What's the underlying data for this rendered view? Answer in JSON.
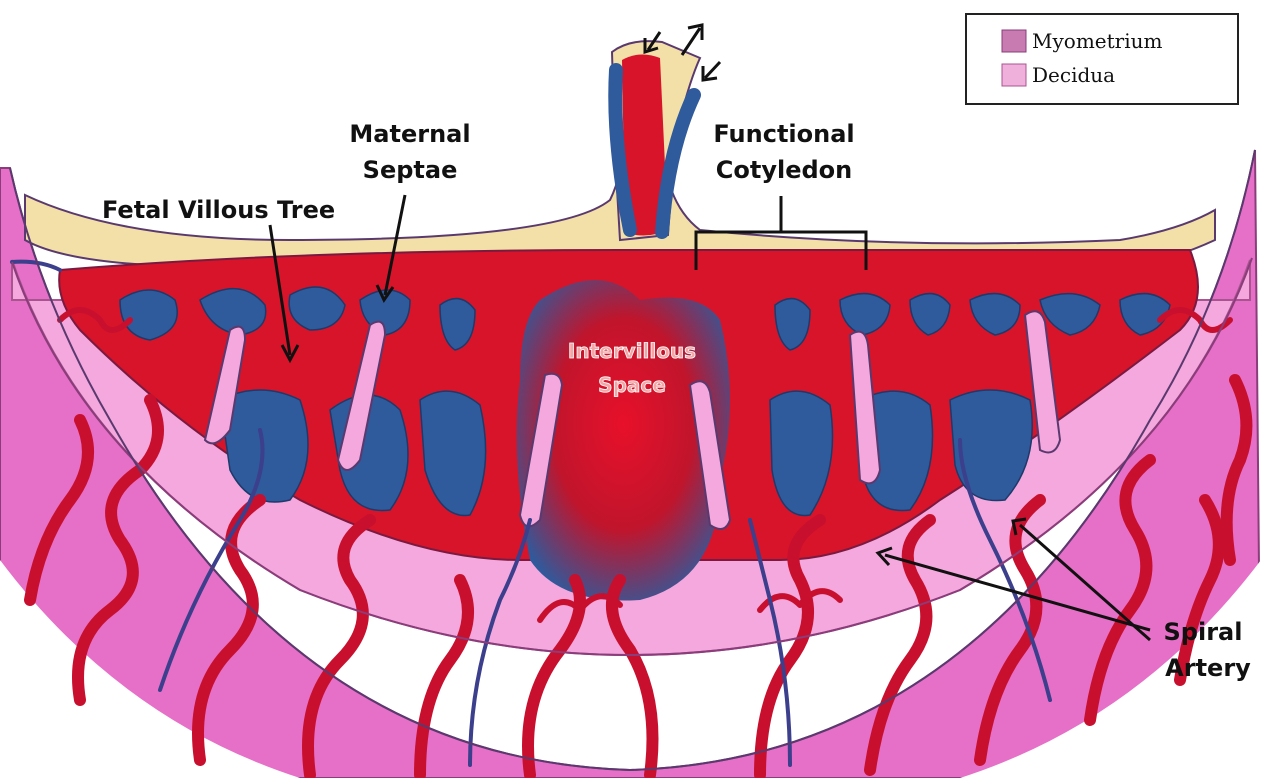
{
  "legend": {
    "items": [
      {
        "label": "Myometrium",
        "color": "#c77bb0"
      },
      {
        "label": "Decidua",
        "color": "#f0b0dc"
      }
    ]
  },
  "labels": {
    "fetal_villous_tree": "Fetal Villous Tree",
    "maternal_septae_1": "Maternal",
    "maternal_septae_2": "Septae",
    "functional_cotyledon_1": "Functional",
    "functional_cotyledon_2": "Cotyledon",
    "intervillous_space_1": "Intervillous",
    "intervillous_space_2": "Space",
    "spiral_artery_1": "Spiral",
    "spiral_artery_2": "Artery"
  },
  "colors": {
    "myometrium": "#e66fc7",
    "decidua": "#f4a8de",
    "maternal_blood": "#d8142a",
    "fetal_blood": "#2f5a9c",
    "chorionic_plate": "#f3e0a8",
    "outline": "#5a3a6e"
  }
}
